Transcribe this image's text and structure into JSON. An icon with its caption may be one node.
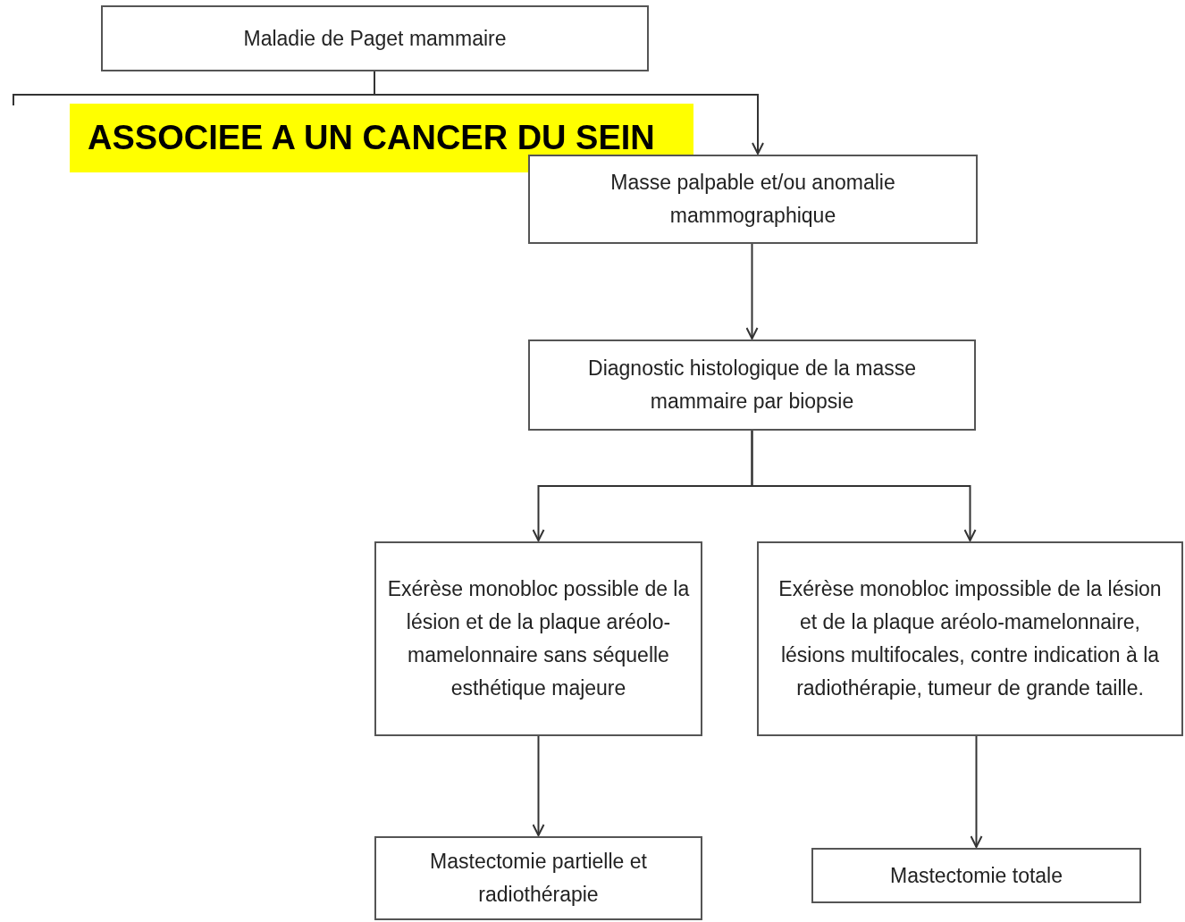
{
  "diagram": {
    "nodes": [
      {
        "text": [
          "Maladie de Paget mammaire"
        ]
      },
      {
        "text": [
          "ASSOCIEE A UN CANCER DU SEIN"
        ]
      },
      {
        "text": [
          "Masse palpable et/ou anomalie mammographique"
        ]
      },
      {
        "text": [
          "Diagnostic histologique de la masse mammaire par biopsie"
        ]
      },
      {
        "text": [
          "Exérèse monobloc possible de la lésion et de la plaque aréolo-mamelonnaire sans séquelle esthétique majeure"
        ]
      },
      {
        "text": [
          "Exérèse monobloc impossible de la lésion et de la plaque aréolo-mamelonnaire, lésions multifocales, contre indication à la radiothérapie, tumeur de grande taille."
        ]
      },
      {
        "text": [
          "Mastectomie partielle et radiothérapie"
        ]
      },
      {
        "text": [
          "Mastectomie totale"
        ]
      }
    ],
    "edges": [
      {
        "from": 0,
        "to": 2,
        "arrow": "to"
      },
      {
        "from": 0,
        "to": null,
        "arrow": "none"
      },
      {
        "from": 2,
        "to": 3,
        "arrow": "to"
      },
      {
        "from": 3,
        "to": 4,
        "arrow": "to"
      },
      {
        "from": 3,
        "to": 5,
        "arrow": "to"
      },
      {
        "from": 4,
        "to": 6,
        "arrow": "to"
      },
      {
        "from": 5,
        "to": 7,
        "arrow": "to"
      }
    ]
  }
}
